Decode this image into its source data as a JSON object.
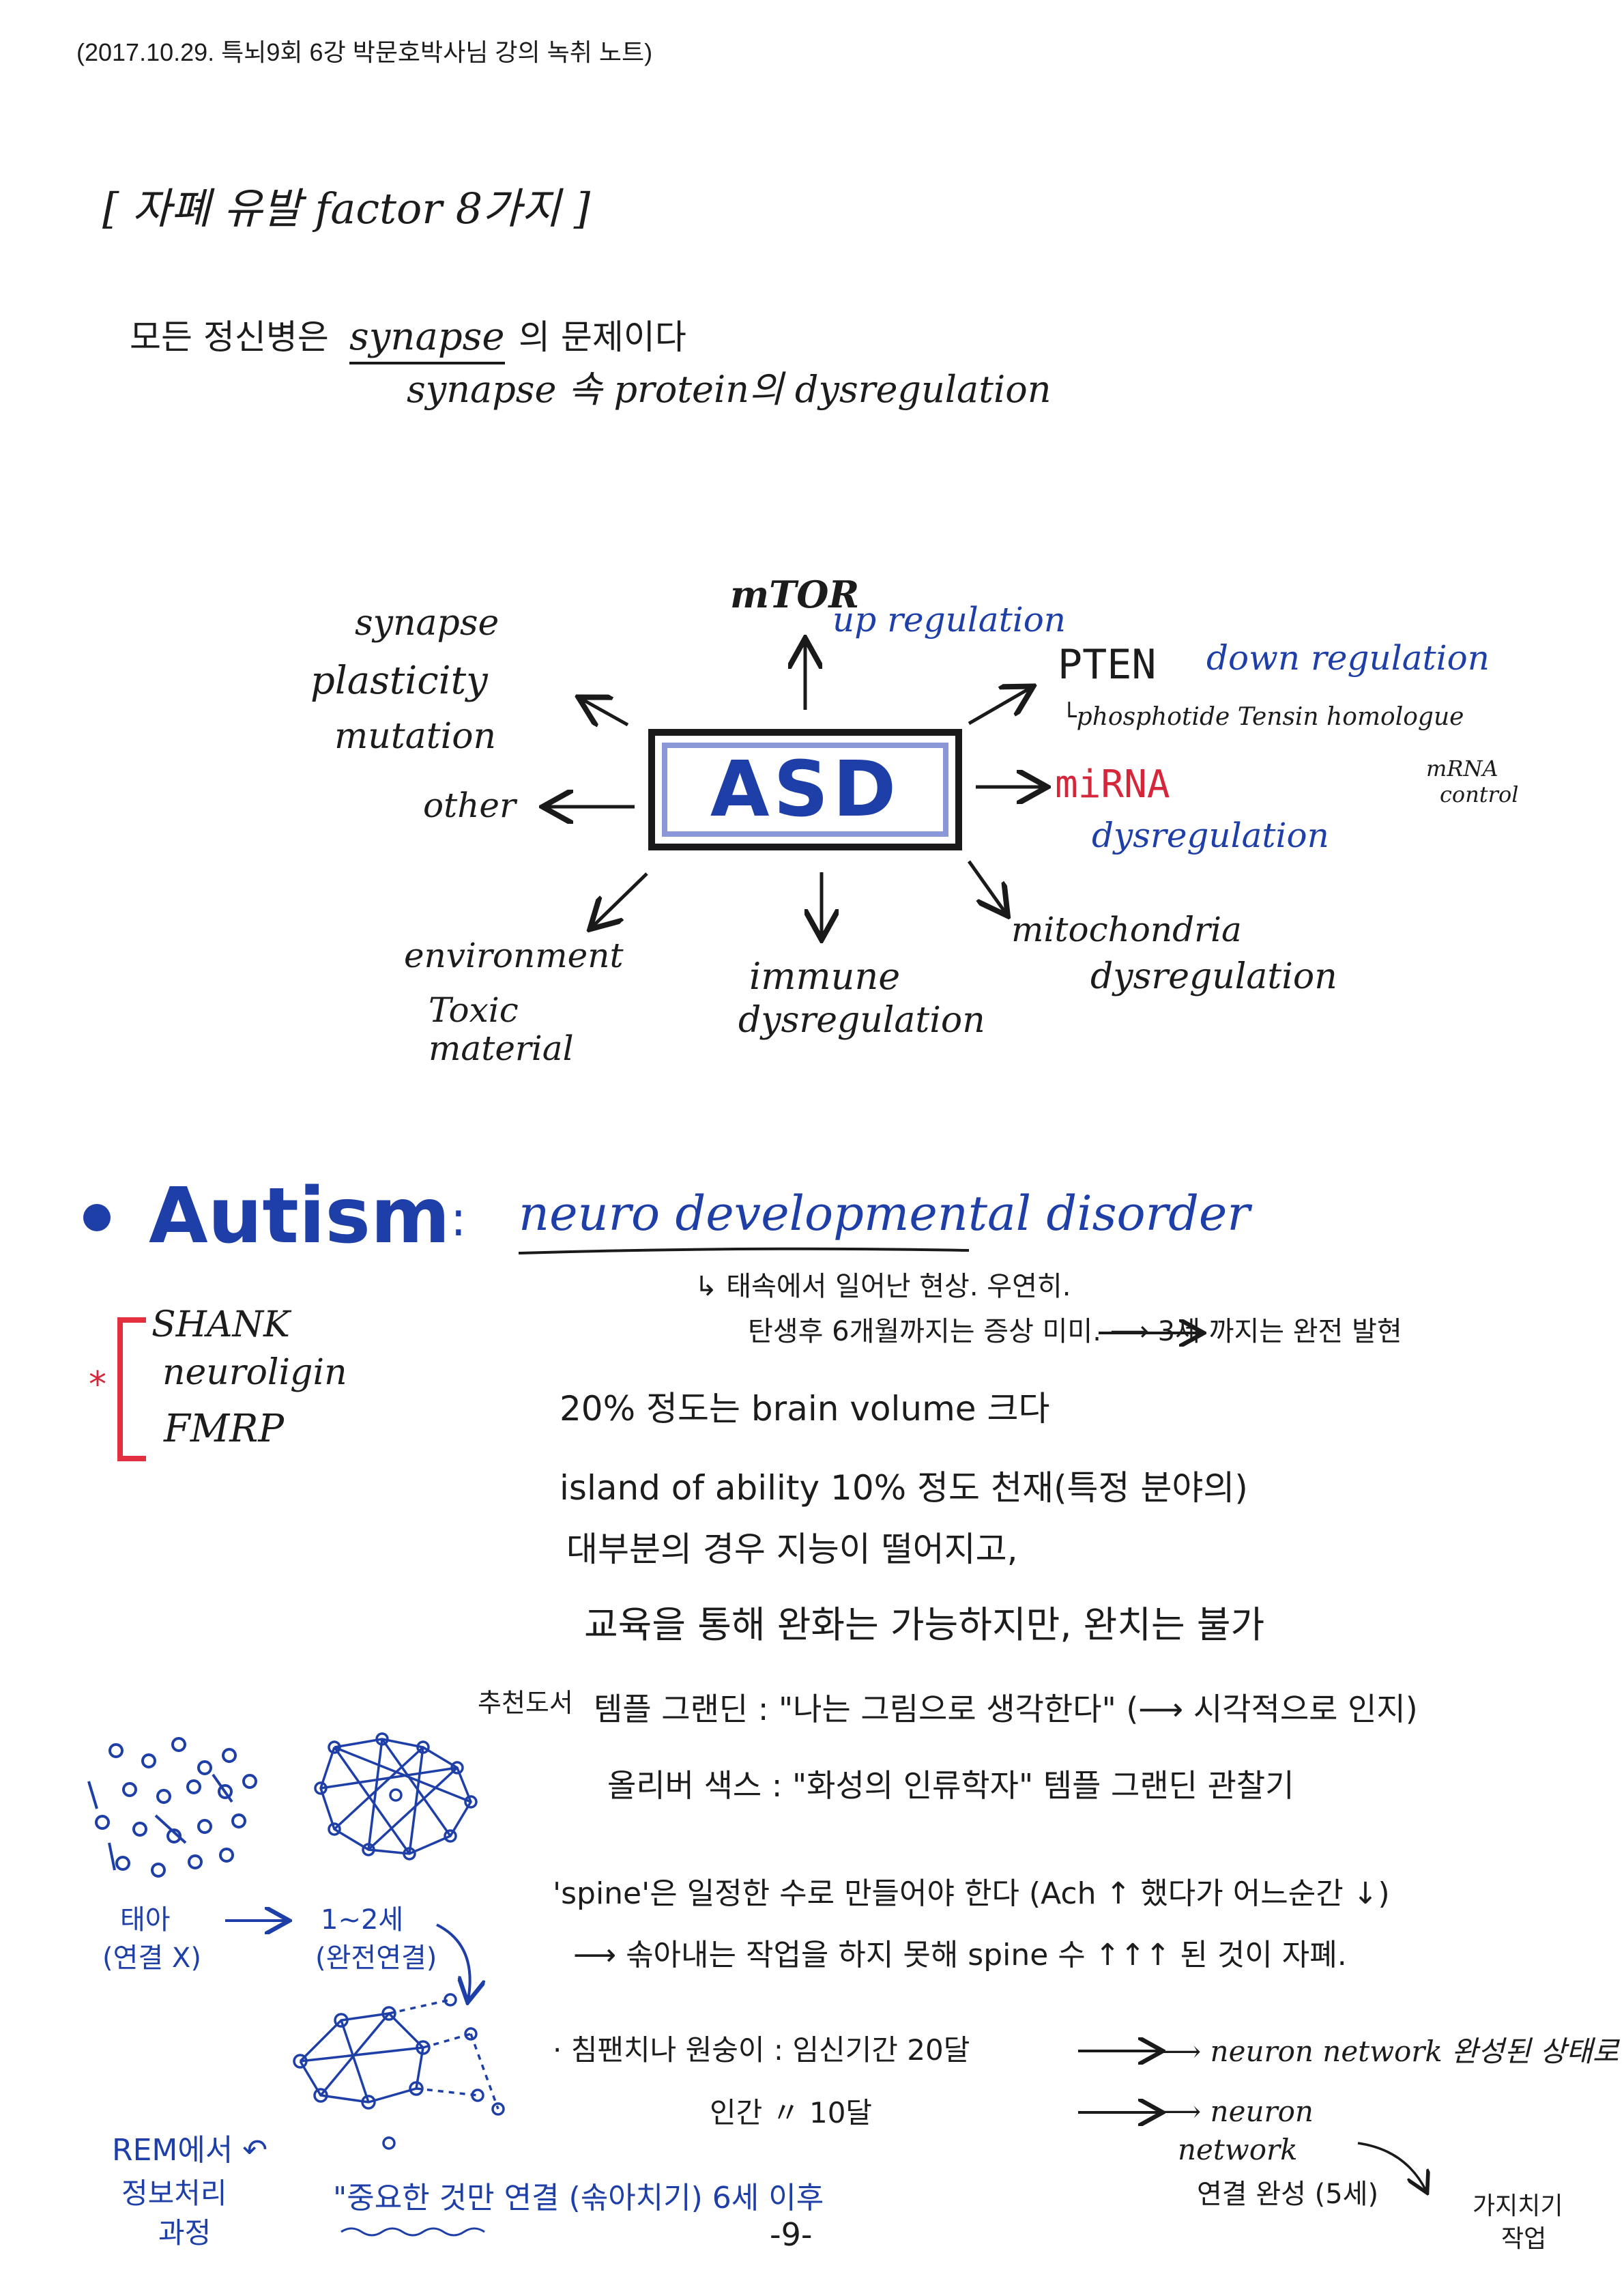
{
  "header": "(2017.10.29. 특뇌9회 6강 박문호박사님 강의 녹취 노트)",
  "section_title": "[ 자폐 유발 factor 8가지 ]",
  "intro": {
    "line1_a": "모든 정신병은",
    "line1_b": "synapse",
    "line1_c": "의 문제이다",
    "line2": "synapse 속 protein의 dysregulation"
  },
  "diagram": {
    "center": "ASD",
    "mtor": "mTOR",
    "mtor_note": "up regulation",
    "pten": "PTEN",
    "pten_note": "down regulation",
    "pten_sub": "└phosphotide Tensin homologue",
    "mirna": "miRNA",
    "mirna_note": "dysregulation",
    "mrna_control": [
      "mRNA",
      "control"
    ],
    "synapse_group": [
      "synapse",
      "plasticity",
      "mutation"
    ],
    "other": "other",
    "environment": [
      "environment",
      "Toxic",
      "material"
    ],
    "immune": [
      "immune",
      "dysregulation"
    ],
    "mitochondria": [
      "mitochondria",
      "dysregulation"
    ]
  },
  "autism": {
    "title": "Autism",
    "colon": ":",
    "definition": "neuro developmental disorder",
    "note1": "↳ 태속에서 일어난 현상. 우연히.",
    "note2": "탄생후 6개월까지는 증상 미미. ⟶ 3세 까지는 완전 발현",
    "genes": [
      "SHANK",
      "neuroligin",
      "FMRP"
    ],
    "genes_mark": "*",
    "facts": [
      "20% 정도는 brain volume 크다",
      "island of ability 10% 정도 천재(특정 분야의)",
      "대부분의 경우 지능이 떨어지고,",
      "교육을 통해 완화는 가능하지만, 완치는 불가"
    ],
    "books_label": "추천도서",
    "book1": "템플 그랜딘 : \"나는 그림으로 생각한다\" (⟶ 시각적으로 인지)",
    "book2": "올리버 색스 : \"화성의 인류학자\" 템플 그랜딘 관찰기",
    "spine1": "'spine'은 일정한 수로 만들어야 한다 (Ach ↑ 했다가 어느순간 ↓)",
    "spine2": "⟶ 솎아내는 작업을 하지 못해 spine 수 ↑↑↑ 된 것이 자폐.",
    "chimp": "· 침팬치나 원숭이 : 임신기간 20달",
    "human": "인간 〃 10달",
    "chimp_result": "⟶ neuron network 완성된 상태로 출생",
    "human_result": [
      "⟶ neuron",
      "network",
      "연결 완성 (5세)"
    ],
    "pruning": [
      "가지치기",
      "작업"
    ],
    "fetus": "태아",
    "fetus_sub": "(연결 X)",
    "age12": "1~2세",
    "age12_sub": "(완전연결)",
    "rem": [
      "REM에서 ↶",
      "정보처리",
      "과정"
    ],
    "important": "\"중요한 것만 연결 (솎아치기) 6세 이후"
  },
  "page_number": "-9-"
}
